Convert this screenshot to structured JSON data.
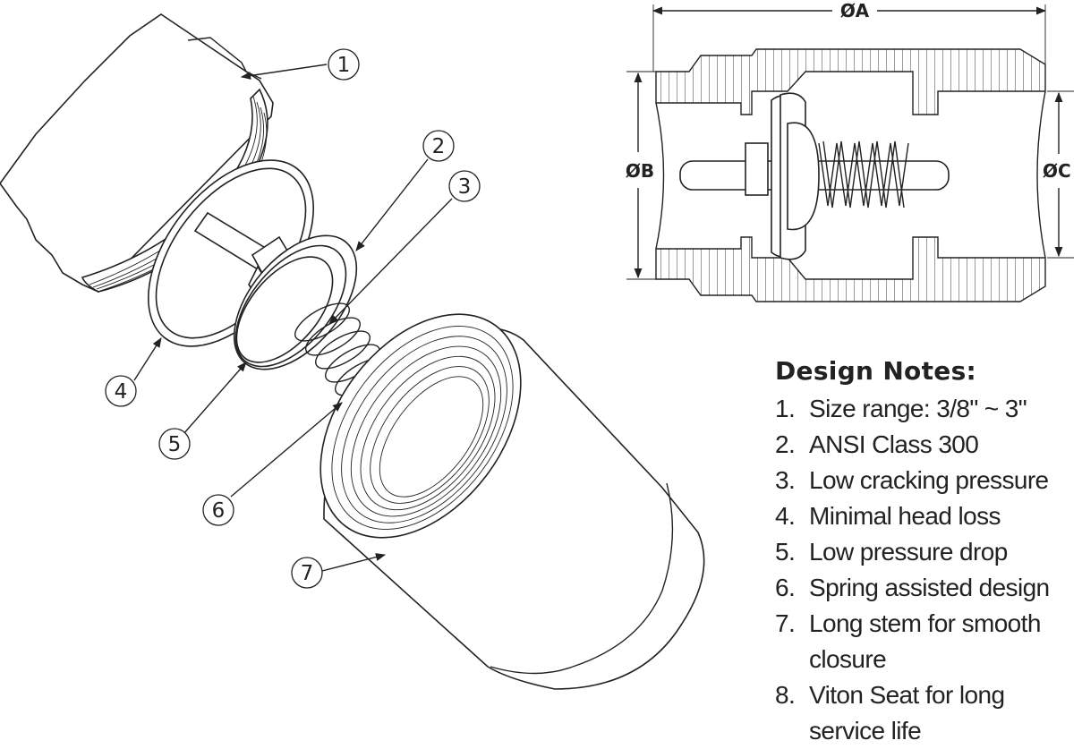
{
  "exploded_view": {
    "callouts": [
      "1",
      "2",
      "3",
      "4",
      "5",
      "6",
      "7"
    ]
  },
  "section_view": {
    "dimensions": [
      "ØA",
      "ØB",
      "ØC"
    ]
  },
  "notes": {
    "title": "Design Notes:",
    "items": [
      {
        "num": "1.",
        "text": "Size range:  3/8\" ~ 3\""
      },
      {
        "num": "2.",
        "text": "ANSI Class 300"
      },
      {
        "num": "3.",
        "text": "Low cracking pressure"
      },
      {
        "num": "4.",
        "text": "Minimal head loss"
      },
      {
        "num": "5.",
        "text": "Low pressure drop"
      },
      {
        "num": "6.",
        "text": "Spring assisted design"
      },
      {
        "num": "7.",
        "text": "Long stem for smooth closure"
      },
      {
        "num": "8.",
        "text": "Viton Seat for long service life"
      }
    ]
  }
}
